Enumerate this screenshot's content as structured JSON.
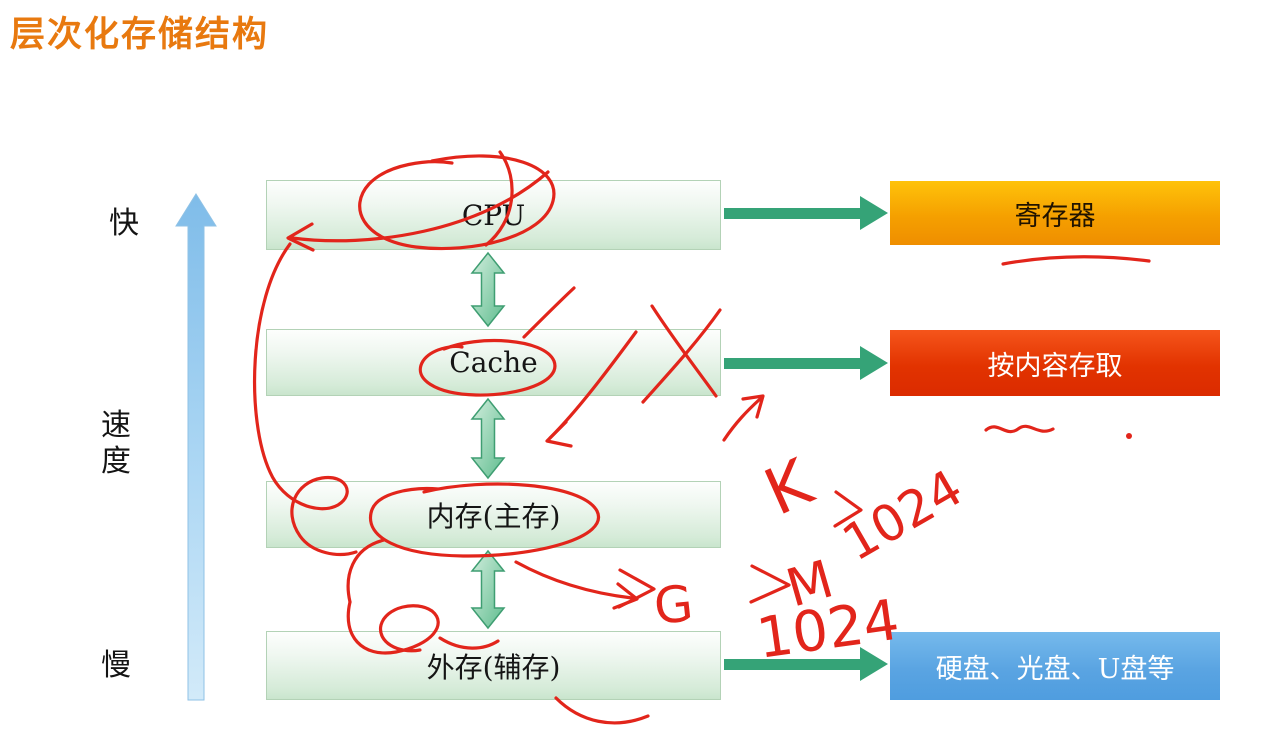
{
  "title": "层次化存储结构",
  "axis": {
    "fast": "快",
    "speed_top": "速",
    "speed_bottom": "度",
    "slow": "慢"
  },
  "hierarchy": [
    {
      "label": "CPU"
    },
    {
      "label": "Cache"
    },
    {
      "label": "内存(主存)"
    },
    {
      "label": "外存(辅存)"
    }
  ],
  "right_boxes": [
    {
      "label": "寄存器",
      "bg": "#F5A000",
      "text_color": "#201300"
    },
    {
      "label": "按内容存取",
      "bg": "#E23300",
      "text_color": "#FFFFFF"
    },
    {
      "label": "硬盘、光盘、U盘等",
      "bg": "#5AA4E2",
      "text_color": "#FFFFFF"
    }
  ],
  "handwriting": {
    "k": "K",
    "k_value": "1024",
    "m": "M",
    "m_value": "1024",
    "g": "G"
  },
  "colors": {
    "title": "#E8790F",
    "pen_red": "#E2251B",
    "green_arrow": "#35A377",
    "speed_arrow_blue": "#9FD0F0",
    "box_green": "#D5EBD8"
  }
}
